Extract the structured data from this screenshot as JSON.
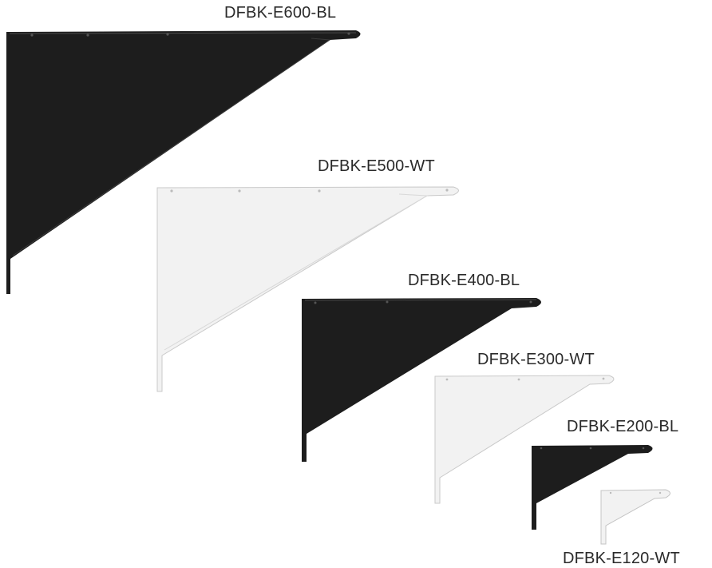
{
  "products": [
    {
      "model": "DFBK-E600-BL",
      "finish_color": "#1d1d1d"
    },
    {
      "model": "DFBK-E500-WT",
      "finish_color": "#f2f2f2"
    },
    {
      "model": "DFBK-E400-BL",
      "finish_color": "#1d1d1d"
    },
    {
      "model": "DFBK-E300-WT",
      "finish_color": "#f2f2f2"
    },
    {
      "model": "DFBK-E200-BL",
      "finish_color": "#1d1d1d"
    },
    {
      "model": "DFBK-E120-WT",
      "finish_color": "#f2f2f2"
    }
  ]
}
